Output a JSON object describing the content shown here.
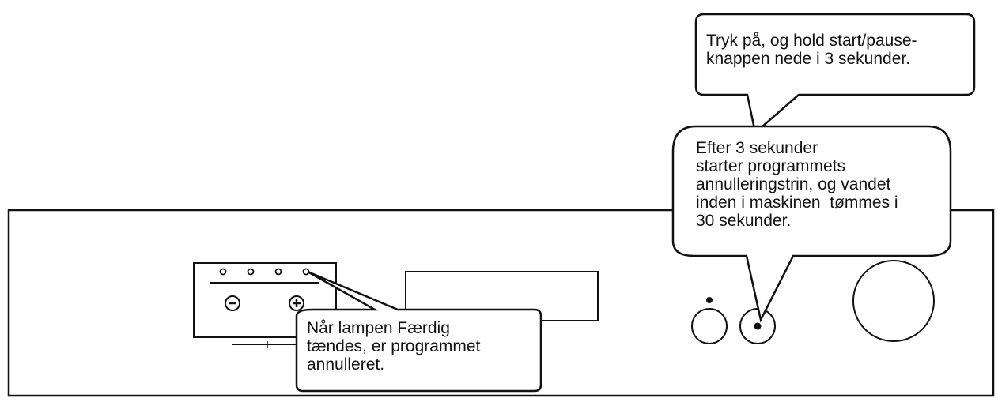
{
  "callouts": {
    "hold_button": {
      "lines": [
        "Tryk på, og hold start/pause-",
        "knappen nede i 3 sekunder."
      ]
    },
    "after_seconds": {
      "lines": [
        "Efter 3 sekunder",
        "starter programmets",
        "annulleringstrin, og vandet",
        "inden i maskinen  tømmes i",
        "30 sekunder."
      ]
    },
    "lamp_done": {
      "lines": [
        "Når lampen Færdig",
        "tændes, er programmet",
        "annulleret."
      ]
    }
  },
  "controls": {
    "minus_symbol": "−",
    "plus_symbol": "+",
    "indicator_count": 4
  },
  "colors": {
    "stroke": "#111111",
    "background": "#ffffff"
  }
}
